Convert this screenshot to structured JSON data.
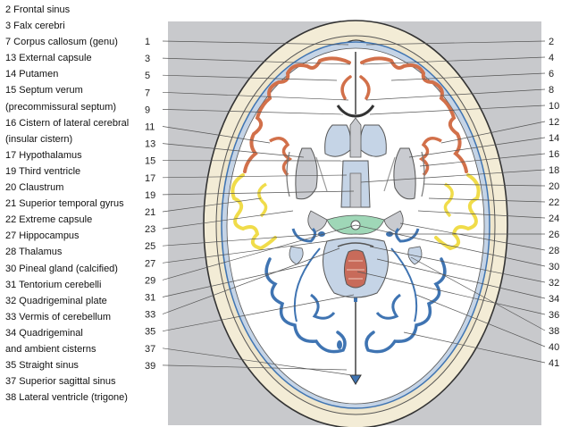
{
  "legend": [
    "2 Frontal sinus",
    "3 Falx cerebri",
    "7 Corpus callosum (genu)",
    "13 External capsule",
    "14 Putamen",
    "15 Septum verum",
    "(precommissural septum)",
    "16 Cistern of lateral cerebral",
    "(insular cistern)",
    "17 Hypothalamus",
    "19 Third ventricle",
    "20 Claustrum",
    "21 Superior temporal gyrus",
    "22 Extreme capsule",
    "27 Hippocampus",
    "28 Thalamus",
    "30 Pineal gland (calcified)",
    "31 Tentorium cerebelli",
    "32 Quadrigeminal plate",
    "33 Vermis of cerebellum",
    "34 Quadrigeminal",
    "and ambient cisterns",
    "35 Straight sinus",
    "37 Superior sagittal sinus",
    "38 Lateral ventricle (trigone)"
  ],
  "left_numbers": [
    "1",
    "3",
    "5",
    "7",
    "9",
    "11",
    "13",
    "15",
    "17",
    "19",
    "21",
    "23",
    "25",
    "27",
    "29",
    "31",
    "33",
    "35",
    "37",
    "39"
  ],
  "right_numbers": [
    "2",
    "4",
    "6",
    "8",
    "10",
    "12",
    "14",
    "16",
    "18",
    "20",
    "22",
    "24",
    "26",
    "28",
    "30",
    "32",
    "34",
    "36",
    "38",
    "40",
    "41"
  ],
  "colors": {
    "panel": "#c8c9cc",
    "skull": "#f3ecd6",
    "brain": "#ffffff",
    "ventricle": "#c5d4e6",
    "frontal_cortex": "#d2704a",
    "temporal_cortex": "#f0dc4a",
    "occipital_cortex": "#3f74b2",
    "third_ventricle_cistern": "#9fd7b7",
    "deep_nuclei": "#c9cbd0",
    "vermis": "#c86b5a"
  }
}
